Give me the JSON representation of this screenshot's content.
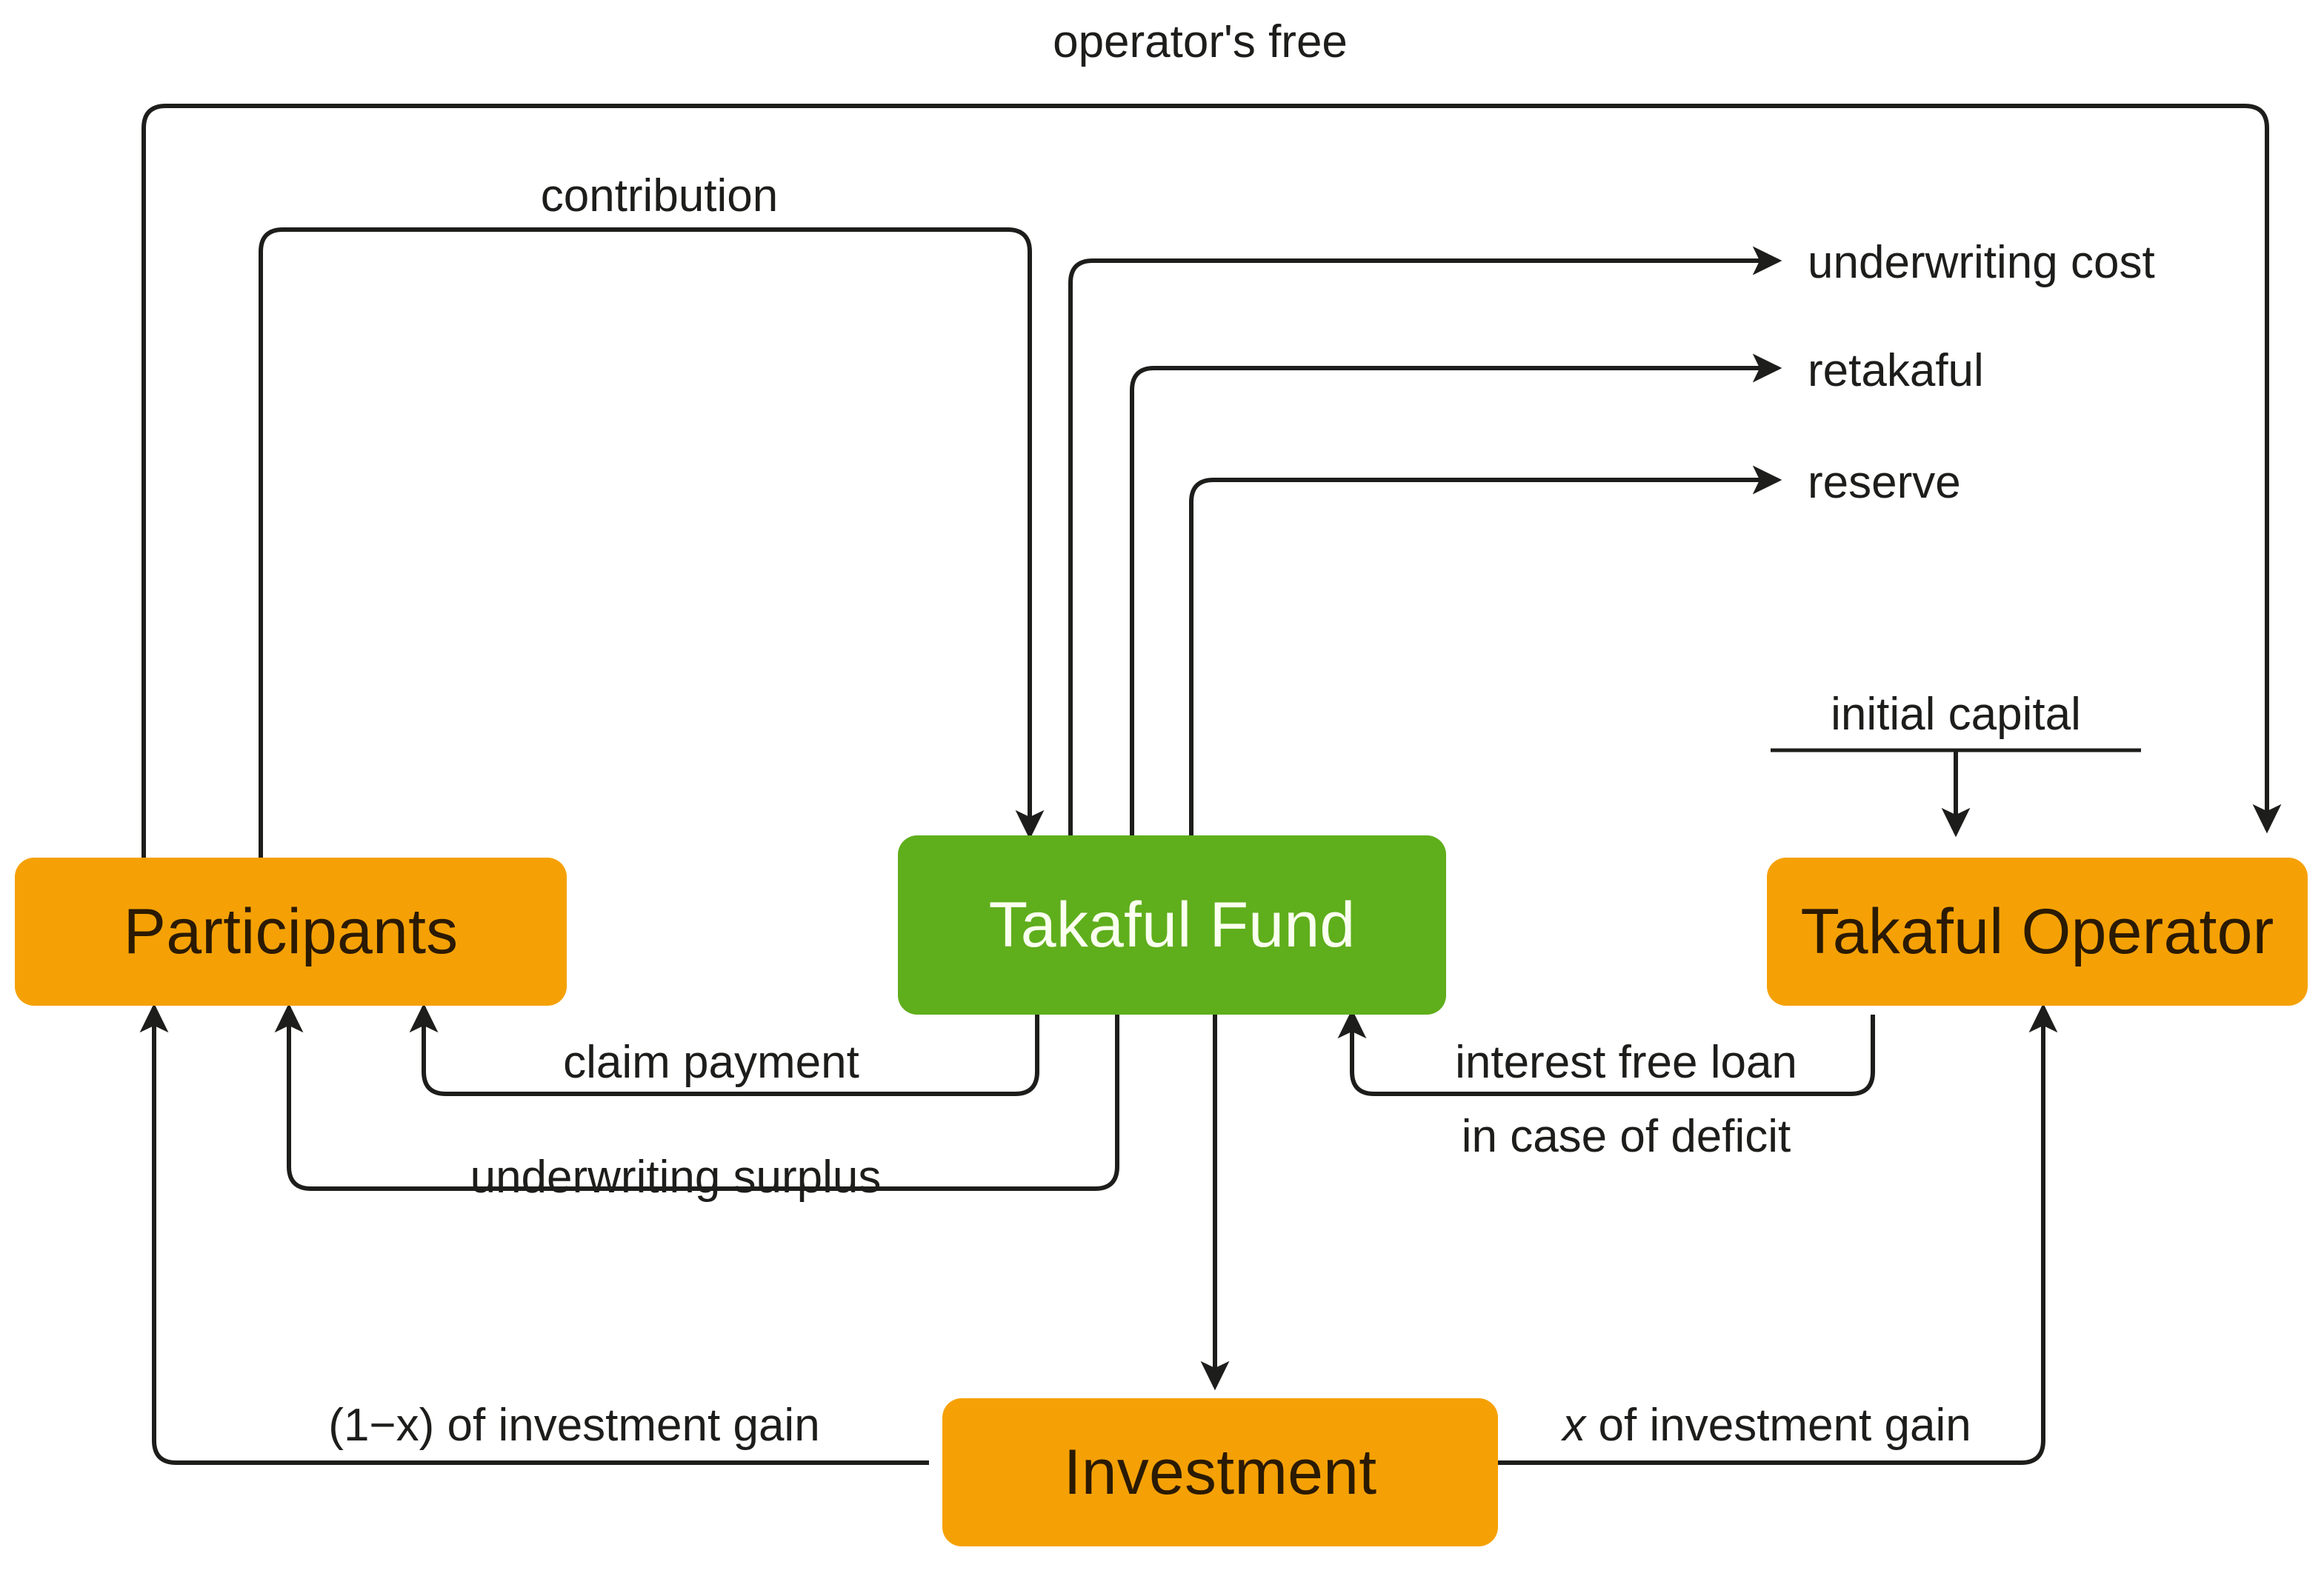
{
  "diagram": {
    "title_text": "operator's free",
    "colors": {
      "node_orange": "#F5A105",
      "node_green": "#5FAE1C",
      "edge": "#1d1d1b",
      "background": "#ffffff",
      "orange_text": "#2b1a03",
      "green_text": "#FAFFEF"
    },
    "nodes": [
      {
        "id": "participants",
        "label": "Participants",
        "color": "#F5A105"
      },
      {
        "id": "takaful_fund",
        "label": "Takaful Fund",
        "color": "#5FAE1C"
      },
      {
        "id": "takaful_operator",
        "label": "Takaful Operator",
        "color": "#F5A105"
      },
      {
        "id": "investment",
        "label": "Investment",
        "color": "#F5A105"
      }
    ],
    "edge_labels": {
      "operators_free": "operator's free",
      "contribution": "contribution",
      "underwriting_cost": "underwriting cost",
      "retakaful": "retakaful",
      "reserve": "reserve",
      "initial_capital": "initial capital",
      "claim_payment": "claim payment",
      "underwriting_surplus": "underwriting surplus",
      "interest_free_loan_line1": "interest free loan",
      "interest_free_loan_line2": "in case of deficit",
      "investment_gain_participants": "(1−x) of investment gain",
      "investment_gain_operator_x": "x",
      "investment_gain_operator_rest": " of investment gain"
    },
    "edges": [
      {
        "from": "participants",
        "to": "takaful_operator",
        "label": "operator's free"
      },
      {
        "from": "participants",
        "to": "takaful_fund",
        "label": "contribution"
      },
      {
        "from": "takaful_fund",
        "to": "underwriting cost",
        "label": "underwriting cost"
      },
      {
        "from": "takaful_fund",
        "to": "retakaful",
        "label": "retakaful"
      },
      {
        "from": "takaful_fund",
        "to": "reserve",
        "label": "reserve"
      },
      {
        "from": "initial capital",
        "to": "takaful_operator",
        "label": "initial capital"
      },
      {
        "from": "takaful_fund",
        "to": "participants",
        "label": "claim payment"
      },
      {
        "from": "takaful_fund",
        "to": "participants",
        "label": "underwriting surplus"
      },
      {
        "from": "takaful_operator",
        "to": "takaful_fund",
        "label": "interest free loan in case of deficit"
      },
      {
        "from": "takaful_fund",
        "to": "investment",
        "label": ""
      },
      {
        "from": "investment",
        "to": "participants",
        "label": "(1−x) of investment gain"
      },
      {
        "from": "investment",
        "to": "takaful_operator",
        "label": "x of investment gain"
      }
    ]
  }
}
